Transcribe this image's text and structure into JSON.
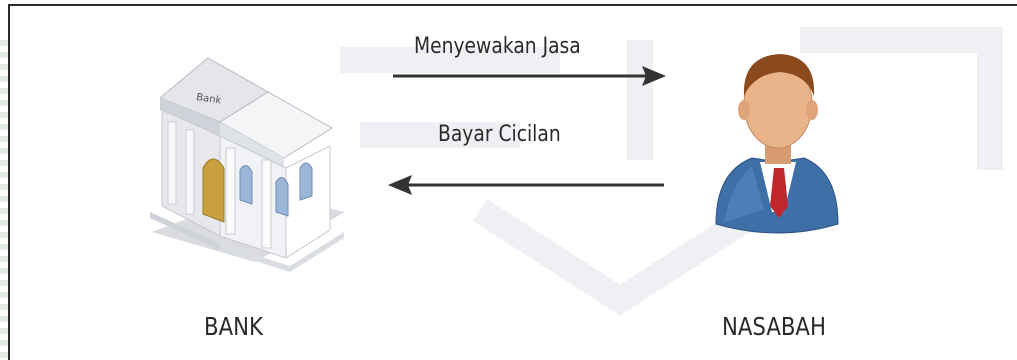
{
  "diagram": {
    "arrows": [
      {
        "label": "Menyewakan Jasa",
        "direction": "right"
      },
      {
        "label": "Bayar Cicilan",
        "direction": "left"
      }
    ],
    "entities": [
      {
        "label": "BANK",
        "icon": "bank-building-icon",
        "sign": "Bank"
      },
      {
        "label": "NASABAH",
        "icon": "customer-person-icon"
      }
    ],
    "colors": {
      "line": "#333333",
      "text": "#2a2a2a",
      "building": "#e8e8ec",
      "door": "#c8a040",
      "suit": "#3e6fa6",
      "skin": "#e9b48a",
      "hair": "#8a4a1e",
      "tie": "#c0262c",
      "watermark": "#eef0f3"
    }
  }
}
